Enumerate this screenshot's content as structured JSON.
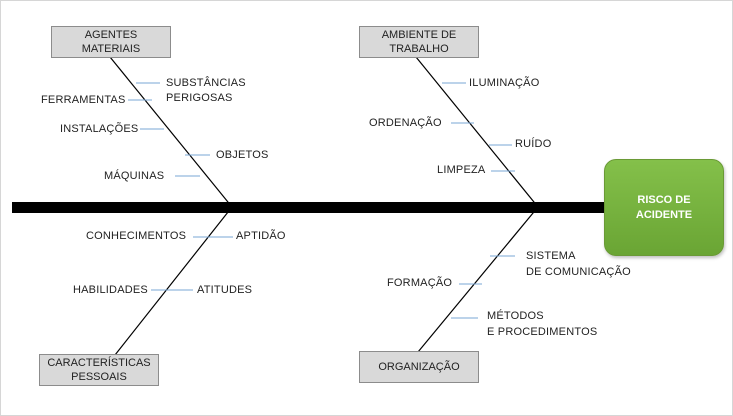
{
  "colors": {
    "spine": "#000000",
    "bone": "#000000",
    "tick": "#7aa7d6",
    "category_box": "#d9d9d9",
    "effect_box": "#77b140"
  },
  "effect": {
    "label": "RISCO DE\nACIDENTE"
  },
  "categories": {
    "agentes": {
      "label": "AGENTES\nMATERIAIS"
    },
    "ambiente": {
      "label": "AMBIENTE DE\nTRABALHO"
    },
    "caracteristicas": {
      "label": "CARACTERÍSTICAS\nPESSOAIS"
    },
    "organizacao": {
      "label": "ORGANIZAÇÃO"
    }
  },
  "causes": {
    "substancias": "SUBSTÂNCIAS\nPERIGOSAS",
    "ferramentas": "FERRAMENTAS",
    "instalacoes": "INSTALAÇÕES",
    "objetos": "OBJETOS",
    "maquinas": "MÁQUINAS",
    "iluminacao": "ILUMINAÇÃO",
    "ordenacao": "ORDENAÇÃO",
    "ruido": "RUÍDO",
    "limpeza": "LIMPEZA",
    "conhecimentos": "CONHECIMENTOS",
    "aptidao": "APTIDÃO",
    "habilidades": "HABILIDADES",
    "atitudes": "ATITUDES",
    "sistema": "SISTEMA\nDE COMUNICAÇÃO",
    "formacao": "FORMAÇÃO",
    "metodos": "MÉTODOS\nE PROCEDIMENTOS"
  }
}
